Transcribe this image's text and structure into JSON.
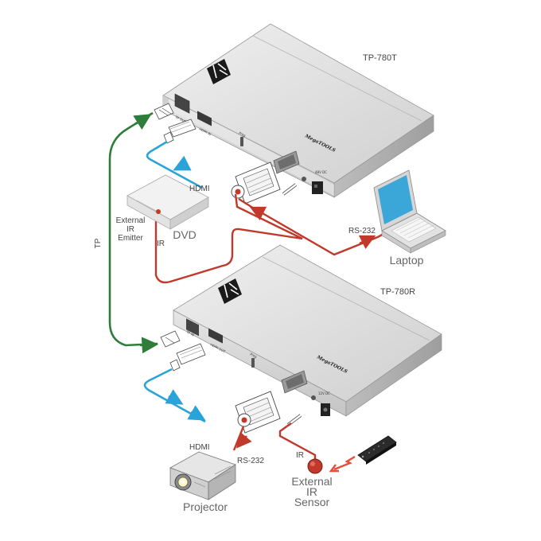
{
  "devices": {
    "transmitter": {
      "model": "TP-780T",
      "brand": "MegaTOOLS",
      "logo": "kramer-k-logo",
      "ports": {
        "tp": "TP OUT",
        "hdmi": "HDMI IN",
        "prog": "Prog",
        "dc": "48V DC"
      }
    },
    "receiver": {
      "model": "TP-780R",
      "brand": "MegaTOOLS",
      "logo": "kramer-k-logo",
      "ports": {
        "tp": "TP IN",
        "hdmi": "HDMI OUT",
        "prog": "Prog",
        "dc": "12V DC"
      }
    },
    "dvd": {
      "label": "DVD"
    },
    "laptop": {
      "label": "Laptop"
    },
    "projector": {
      "label": "Projector"
    },
    "ir_emitter": {
      "line1": "External",
      "line2": "IR",
      "line3": "Emitter"
    },
    "ir_sensor": {
      "line1": "External",
      "line2": "IR",
      "line3": "Sensor"
    },
    "remote": {
      "icon": "remote-control-icon"
    }
  },
  "connections": {
    "tp": "TP",
    "hdmi_top": "HDMI",
    "ir_top": "IR",
    "rs232_top": "RS-232",
    "hdmi_bottom": "HDMI",
    "rs232_bottom": "RS-232",
    "ir_bottom": "IR"
  },
  "colors": {
    "tp_cable": "#2e7d3a",
    "hdmi_cable": "#2aa3d8",
    "serial_ir_cable": "#c0392b",
    "device_body": "#d9d9d9"
  }
}
